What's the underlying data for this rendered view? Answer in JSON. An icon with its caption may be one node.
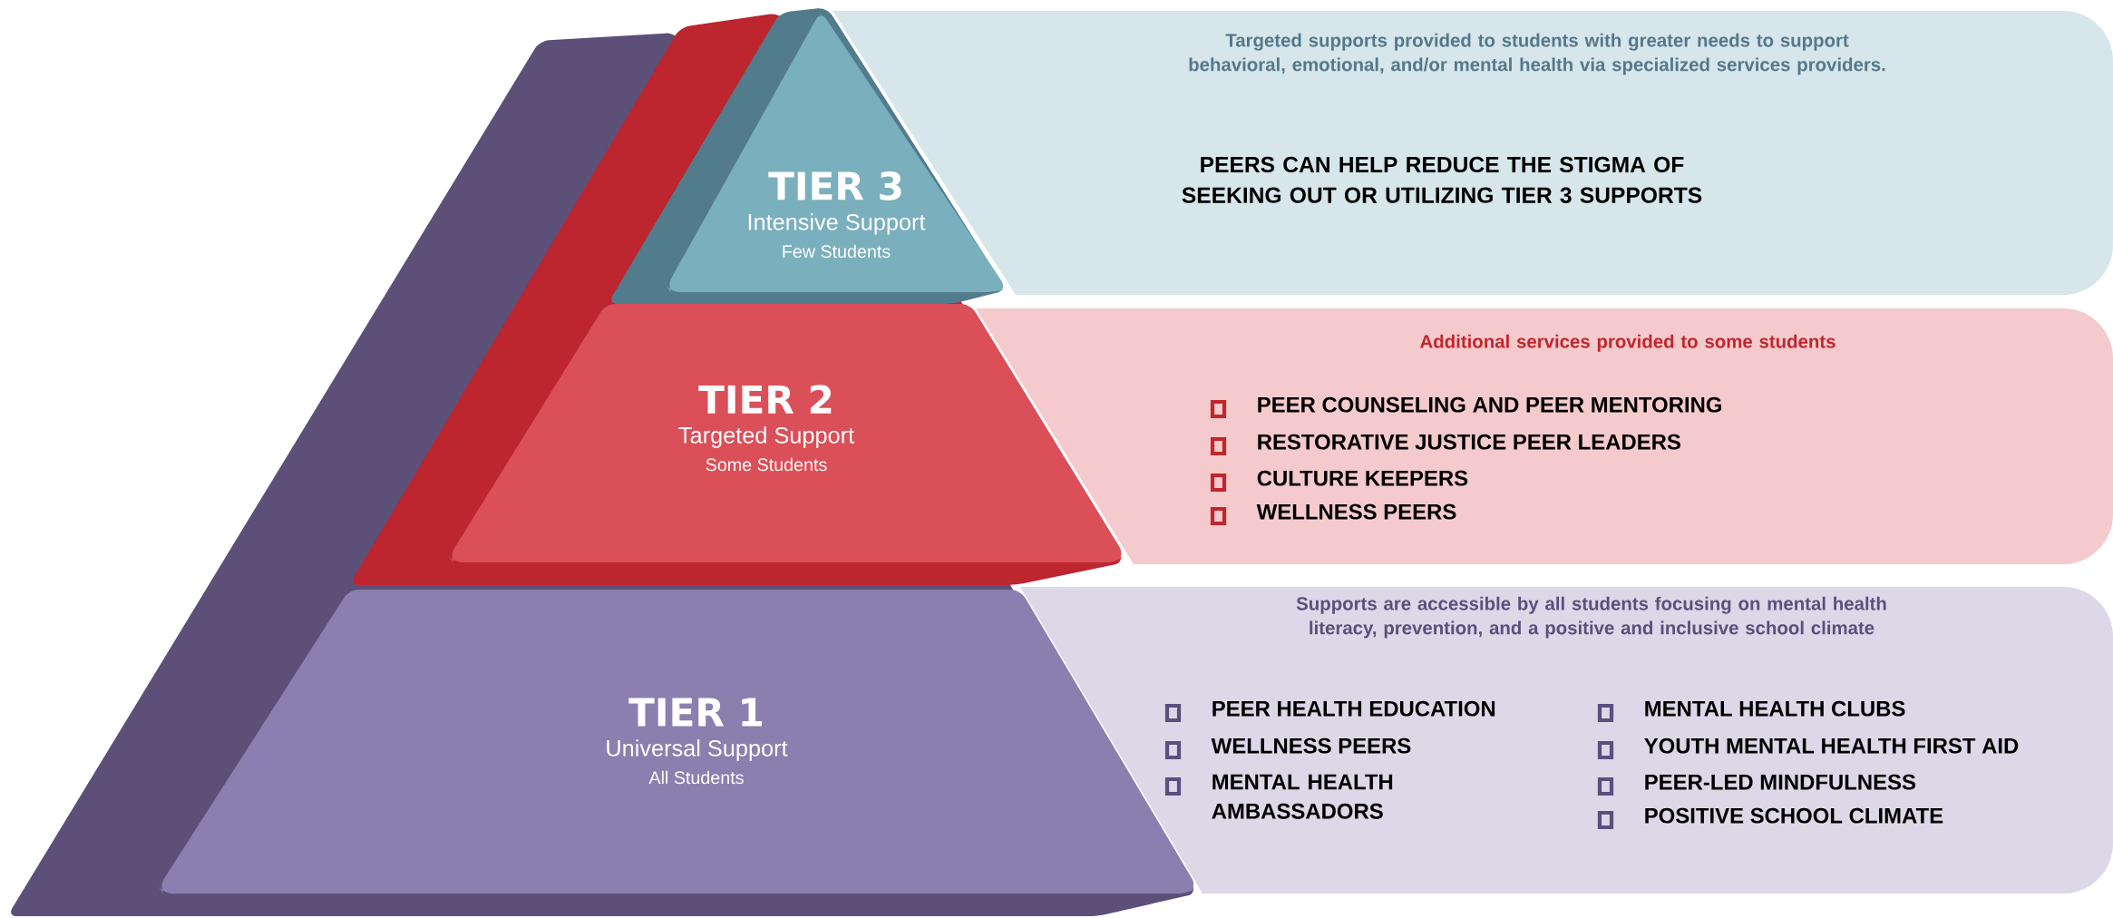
{
  "diagram": {
    "nodes": [
      {
        "text": [
          "TIER 3",
          "Intensive Support",
          "Few Students"
        ]
      },
      {
        "text": [
          "TIER 2",
          "Targeted Support",
          "Some Students"
        ]
      },
      {
        "text": [
          "TIER 1",
          "Universal Support",
          "All Students"
        ]
      },
      {
        "text": [
          "Targeted supports provided to students with greater needs to support behavioral, emotional, and/or mental health via specialized services providers.",
          "PEERS CAN HELP REDUCE THE STIGMA OF SEEKING OUT OR UTILIZING TIER 3 SUPPORTS"
        ]
      },
      {
        "text": [
          "Additional services provided to some students",
          "PEER COUNSELING  AND PEER MENTORING",
          "RESTORATIVE JUSTICE PEER LEADERS",
          "CULTURE KEEPERS",
          "WELLNESS PEERS"
        ]
      },
      {
        "text": [
          "Supports are accessible by all students focusing on mental health literacy, prevention, and a positive and inclusive school climate",
          "PEER HEALTH EDUCATION",
          "WELLNESS PEERS",
          "MENTAL HEALTH AMBASSADORS",
          "MENTAL HEALTH CLUBS",
          "YOUTH MENTAL HEALTH FIRST AID",
          "PEER-LED MINDFULNESS",
          "POSITIVE SCHOOL CLIMATE"
        ]
      }
    ]
  }
}
